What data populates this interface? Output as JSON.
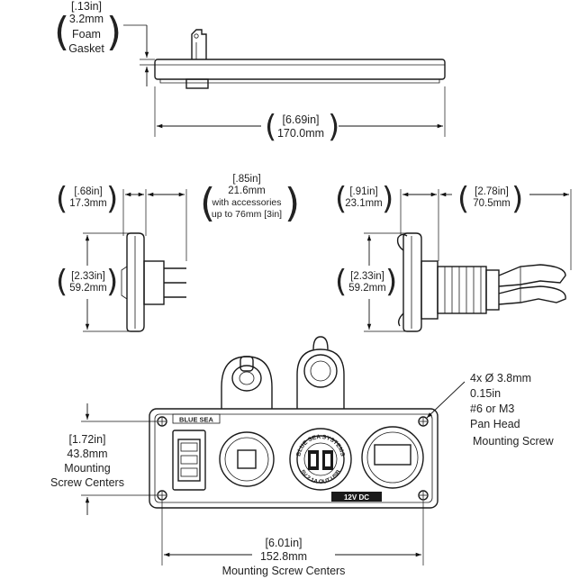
{
  "side_view": {
    "gasket_label": [
      "[.13in]",
      "3.2mm",
      "Foam",
      "Gasket"
    ],
    "width_label": [
      "[6.69in]",
      "170.0mm"
    ]
  },
  "left_profile": {
    "depth_label": [
      "[.68in]",
      "17.3mm"
    ],
    "accessory_label": [
      "[.85in]",
      "21.6mm",
      "with accessories",
      "up to 76mm [3in]"
    ],
    "height_label": [
      "[2.33in]",
      "59.2mm"
    ]
  },
  "right_profile": {
    "depth_label": [
      "[.91in]",
      "23.1mm"
    ],
    "length_label": [
      "[2.78in]",
      "70.5mm"
    ],
    "height_label": [
      "[2.33in]",
      "59.2mm"
    ]
  },
  "front_view": {
    "brand_text": "BLUE SEA",
    "usb_ring_top": "BLUE SEA SYSTEMS",
    "usb_ring_bottom": "5V 2.1A OUT USB",
    "voltage_badge": "12V DC",
    "screw_note": [
      "4x Ø 3.8mm",
      "0.15in",
      "#6 or M3",
      "Pan Head",
      "Mounting Screw"
    ],
    "vertical_centers": [
      "[1.72in]",
      "43.8mm",
      "Mounting",
      "Screw Centers"
    ],
    "horizontal_centers": [
      "[6.01in]",
      "152.8mm",
      "Mounting Screw Centers"
    ]
  }
}
